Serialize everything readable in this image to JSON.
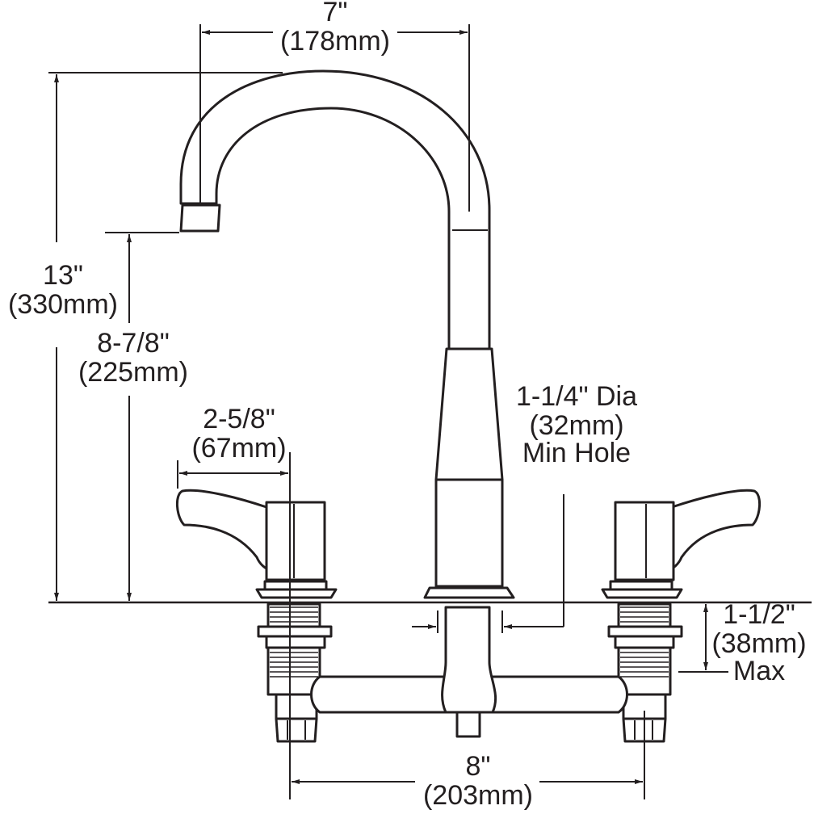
{
  "drawing": {
    "accent_color": "#231f20",
    "background_color": "#ffffff"
  },
  "dimensions": {
    "spout_reach": {
      "imperial": "7\"",
      "metric": "(178mm)"
    },
    "overall_height": {
      "imperial": "13\"",
      "metric": "(330mm)"
    },
    "spout_height": {
      "imperial": "8-7/8\"",
      "metric": "(225mm)"
    },
    "handle_height": {
      "imperial": "2-5/8\"",
      "metric": "(67mm)"
    },
    "hole_diameter": {
      "line1": "1-1/4\" Dia",
      "line2": "(32mm)",
      "line3": "Min Hole"
    },
    "deck_thickness": {
      "imperial": "1-1/2\"",
      "metric": "(38mm)",
      "note": "Max"
    },
    "center_spread": {
      "imperial": "8\"",
      "metric": "(203mm)"
    }
  }
}
